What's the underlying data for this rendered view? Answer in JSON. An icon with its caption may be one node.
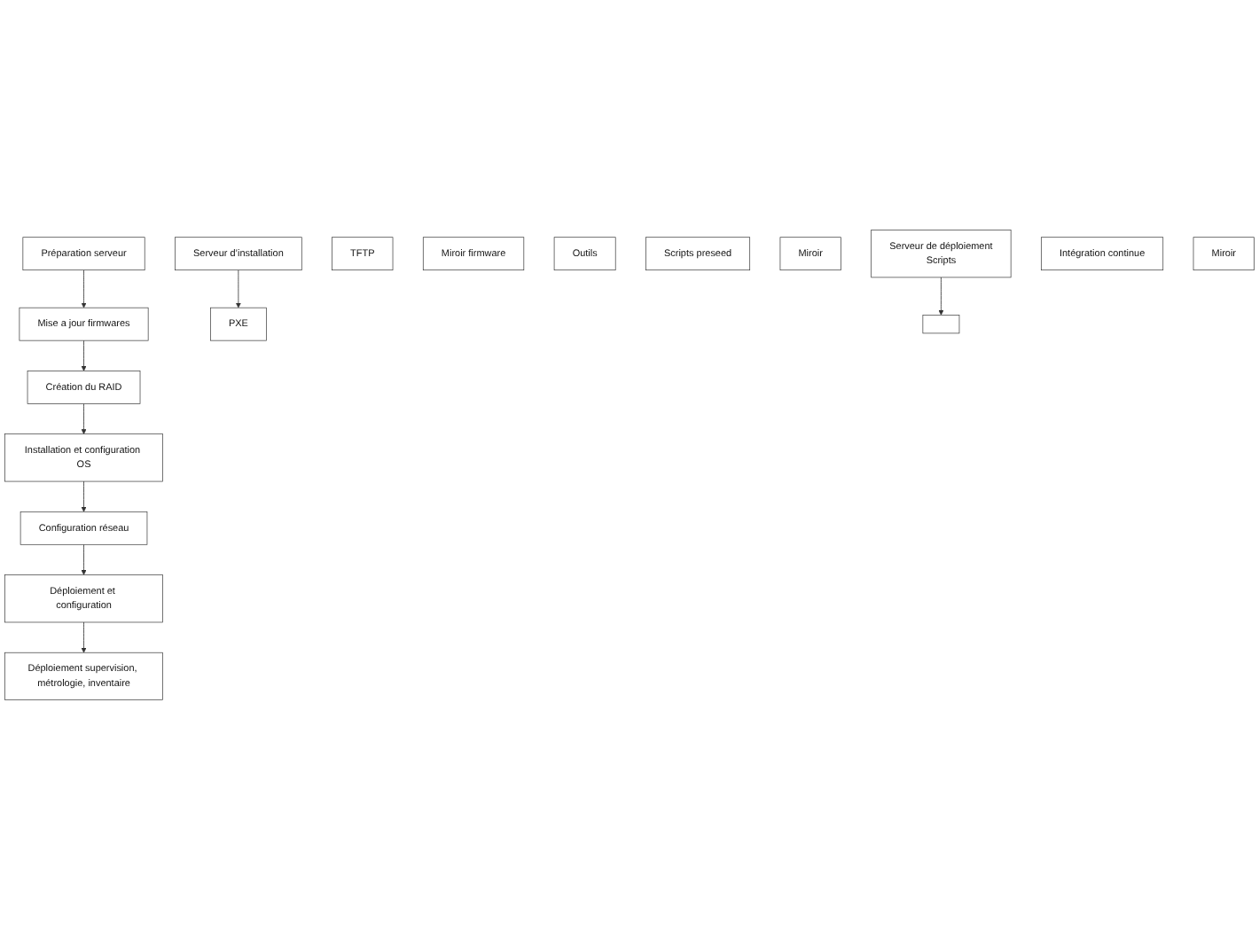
{
  "diagram": {
    "nodes": [
      {
        "text": [
          "Préparation serveur"
        ]
      },
      {
        "text": [
          "Mise a jour firmwares"
        ]
      },
      {
        "text": [
          "Création du RAID"
        ]
      },
      {
        "text": [
          "Installation et configuration OS"
        ]
      },
      {
        "text": [
          "Configuration réseau"
        ]
      },
      {
        "text": [
          "Déploiement et configuration"
        ]
      },
      {
        "text": [
          "Déploiement supervision, métrologie, inventaire"
        ]
      },
      {
        "text": [
          "Serveur d’installation"
        ]
      },
      {
        "text": [
          "PXE"
        ]
      },
      {
        "text": [
          "TFTP"
        ]
      },
      {
        "text": [
          "Miroir firmware"
        ]
      },
      {
        "text": [
          "Outils"
        ]
      },
      {
        "text": [
          "Scripts preseed"
        ]
      },
      {
        "text": [
          "Miroir"
        ]
      },
      {
        "text": [
          "Serveur de déploiement",
          "Scripts"
        ]
      },
      {
        "text": [],
        "shape": "box"
      },
      {
        "text": [
          "Intégration continue"
        ]
      },
      {
        "text": [
          "Miroir"
        ]
      }
    ],
    "edges": [
      {
        "from": 0,
        "to": 1,
        "arrow": "to"
      },
      {
        "from": 1,
        "to": 2,
        "arrow": "to"
      },
      {
        "from": 2,
        "to": 3,
        "arrow": "to"
      },
      {
        "from": 3,
        "to": 4,
        "arrow": "to"
      },
      {
        "from": 4,
        "to": 5,
        "arrow": "to"
      },
      {
        "from": 5,
        "to": 6,
        "arrow": "to"
      },
      {
        "from": 7,
        "to": 8,
        "arrow": "to"
      },
      {
        "from": 14,
        "to": 15,
        "arrow": "to"
      }
    ]
  }
}
